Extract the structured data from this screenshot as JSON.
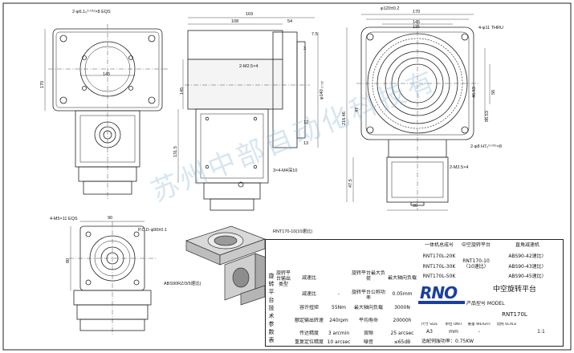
{
  "drawing": {
    "front_view": {
      "note_holes": "2-φ6.1₀⁰·⁰¹²×8 EQS",
      "dim_width": "145",
      "dim_height": "170"
    },
    "side_view": {
      "dim_total": "169",
      "dim_a": "108",
      "dim_b": "54",
      "dim_c": "7.5",
      "dim_d": "3",
      "dim_e": "12",
      "dim_f": "13",
      "dim_g": "145",
      "dim_h": "131.5",
      "note_m2": "2-M2.5×4",
      "note_m4": "3×4-M4深10",
      "dim_dia": "φ140 ₀·₀₅"
    },
    "top_view": {
      "dim_circle": "φ120±0.2",
      "dim_outer": "170",
      "dim_inner": "145",
      "dim_small": "115",
      "note_thru": "4-φ11 THRU",
      "dim_rt1": "86.53",
      "dim_rt2": "56",
      "dim_rt3": "46.63",
      "note_holes": "2-φ8 H7₀⁰·⁰¹⁵×8",
      "note_m2": "2-M2.5×4",
      "dim_90": "90",
      "dim_left": "216.46",
      "dim_bottom": "47.5",
      "dim_47": "47"
    },
    "small_view": {
      "note_holes": "4-M5×11 EQS",
      "dim_90": "90",
      "dim_pcd": "P.C.D φ90±0.1",
      "dim_h": "80"
    },
    "iso_view": {
      "note_model": "RNT170-10(10速比)",
      "note_motor": "ABS90RZ/3/5速比)"
    },
    "watermark": "苏州中部自动化科技有"
  },
  "title_block": {
    "vertical_title": "旋转平台技术参数表",
    "spec_headers": [
      "旋转平台输出类型",
      "减速比",
      "旋转平台最大负荷",
      "最大轴向负载"
    ],
    "rows": [
      {
        "label": "减速比",
        "value": "-",
        "label2": "旋转平台公称功率",
        "value2": "0.05mm"
      },
      {
        "label": "容许扭矩",
        "value": "55Nm",
        "label2": "最大轴向负载",
        "value2": "3000N"
      },
      {
        "label": "额定输出转速",
        "value": "240rpm",
        "label2": "平均寿命",
        "value2": "20000h"
      },
      {
        "label": "传达精度",
        "value": "3 arcmin",
        "label2": "背隙",
        "value2": "25 arcsec"
      },
      {
        "label": "重复定位精度",
        "value": "10 arcsec",
        "label2": "噪音",
        "value2": "≤65dB"
      }
    ],
    "order_headers": [
      "一体机总成号",
      "中空旋转平台",
      "直角减速机"
    ],
    "order_rows": [
      [
        "RNT170L-20K",
        "RNT170-10（10速比）",
        "ABS90-42速比）"
      ],
      [
        "RNT170L-30K",
        "",
        "ABS90-43速比）"
      ],
      [
        "RNT170L-50K",
        "",
        "ABS90-45速比）"
      ]
    ],
    "brand_logo": "RNO",
    "product_name": "中空旋转平台",
    "model_label": "产品型号 MODEL",
    "model_value": "RNT170L",
    "size_label": "尺寸 SIZE",
    "size_value": "A3",
    "unit_label": "单位 UNIT",
    "unit_value": "mm",
    "weight_label": "重量 WEIGHT",
    "weight_value": "-",
    "scale_label": "比例 SCALE",
    "scale_value": "1:1",
    "motor_note": "适配伺服功率：0.75KW"
  }
}
